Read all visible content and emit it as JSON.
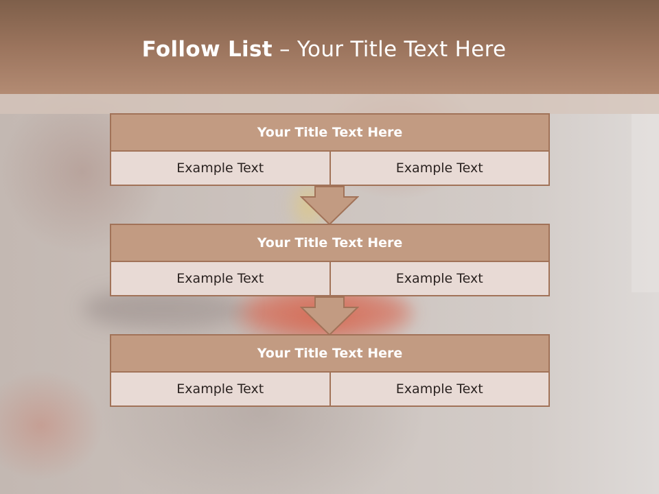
{
  "slide": {
    "title_bold": "Follow List",
    "title_rest": " – Your Title Text Here"
  },
  "steps": [
    {
      "title": "Your Title Text Here",
      "left": "Example Text",
      "right": "Example Text"
    },
    {
      "title": "Your Title Text Here",
      "left": "Example Text",
      "right": "Example Text"
    },
    {
      "title": "Your Title Text Here",
      "left": "Example Text",
      "right": "Example Text"
    }
  ],
  "colors": {
    "header": "#9b745d",
    "block_title": "#c29b82",
    "block_cell": "#e8dad5",
    "border": "#a17258",
    "arrow": "#c29b82"
  }
}
